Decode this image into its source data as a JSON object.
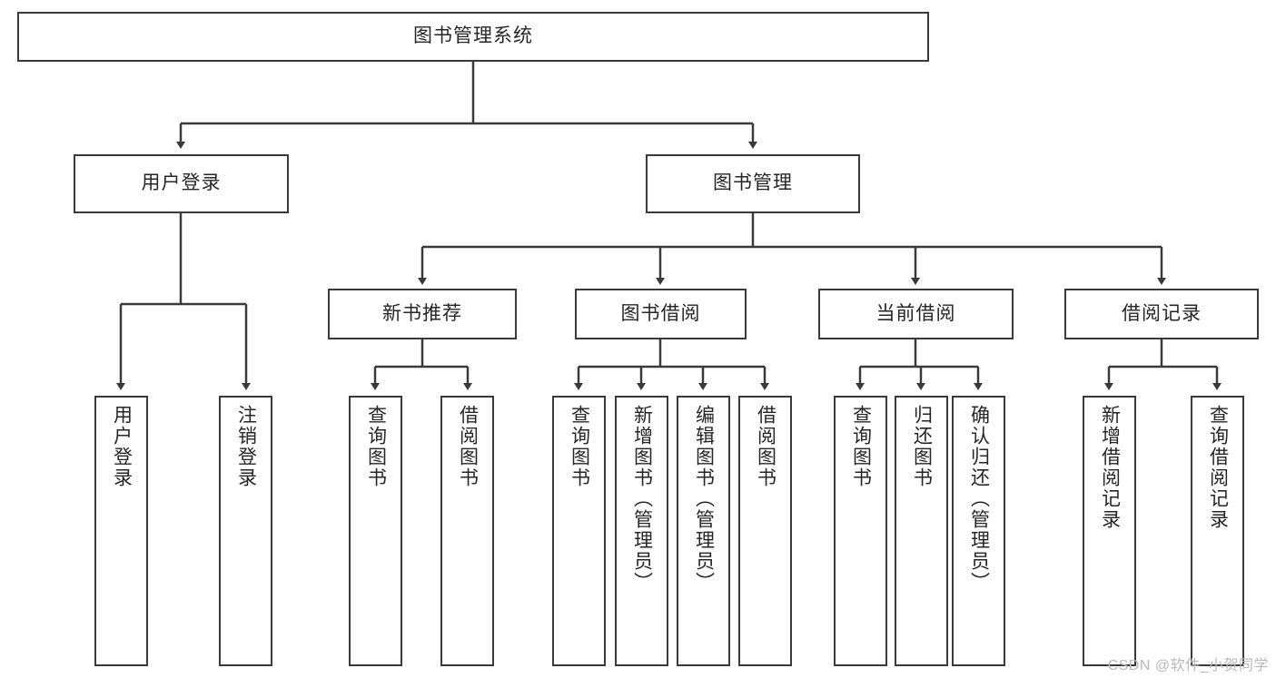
{
  "diagram": {
    "title": "图书管理系统",
    "type": "tree",
    "watermark": "CSDN @软件_小贺同学",
    "root": {
      "label": "图书管理系统"
    },
    "level2": [
      {
        "label": "用户登录"
      },
      {
        "label": "图书管理"
      }
    ],
    "level3": [
      {
        "label": "新书推荐"
      },
      {
        "label": "图书借阅"
      },
      {
        "label": "当前借阅"
      },
      {
        "label": "借阅记录"
      }
    ],
    "leaves": {
      "user_login": [
        {
          "label": "用户登录"
        },
        {
          "label": "注销登录"
        }
      ],
      "new_book_rec": [
        {
          "label": "查询图书"
        },
        {
          "label": "借阅图书"
        }
      ],
      "book_borrow": [
        {
          "label": "查询图书"
        },
        {
          "label": "新增图书（管理员）"
        },
        {
          "label": "编辑图书（管理员）"
        },
        {
          "label": "借阅图书"
        }
      ],
      "current_borrow": [
        {
          "label": "查询图书"
        },
        {
          "label": "归还图书"
        },
        {
          "label": "确认归还（管理员）"
        }
      ],
      "borrow_record": [
        {
          "label": "新增借阅记录"
        },
        {
          "label": "查询借阅记录"
        }
      ]
    },
    "colors": {
      "stroke": "#3a3a3a",
      "fill": "#ffffff",
      "text": "#262626",
      "watermark": "#b9b9b9"
    }
  }
}
